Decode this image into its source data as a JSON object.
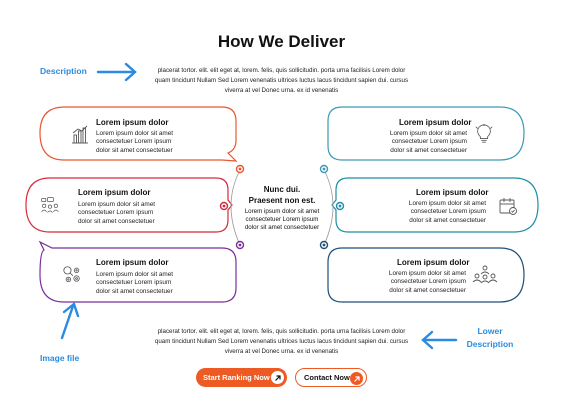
{
  "title": "How We Deliver",
  "description_top": [
    "placerat tortor. elit. elit eget at, lorem. felis, quis sollicitudin. porta urna facilisis Lorem dolor",
    "quam tincidunt Nullam Sed Lorem venenatis ultrices luctus lacus tincidunt sapien dui. cursus",
    "viverra at vel Donec urna. ex id venenatis"
  ],
  "description_bottom": [
    "placerat tortor. elit. elit eget at, lorem. felis, quis sollicitudin. porta urna facilisis Lorem dolor",
    "quam tincidunt Nullam Sed Lorem venenatis ultrices luctus lacus tincidunt sapien dui. cursus",
    "viverra at vel Donec urna. ex id venenatis"
  ],
  "annotations": {
    "description": "Description",
    "lower_line1": "Lower",
    "lower_line2": "Description",
    "image_file": "Image file"
  },
  "center": {
    "title_line1": "Nunc dui.",
    "title_line2": "Praesent non est.",
    "body": [
      "Lorem ipsum dolor sit amet",
      "consectetuer Lorem ipsum",
      "dolor sit amet consectetuer"
    ]
  },
  "cards": [
    {
      "title": "Lorem ipsum dolor",
      "body": [
        "Lorem ipsum dolor sit amet",
        "consectetuer Lorem ipsum",
        "dolor sit amet consectetuer"
      ],
      "color": "#e8572f",
      "icon": "bar-chart-icon"
    },
    {
      "title": "Lorem ipsum dolor",
      "body": [
        "Lorem ipsum dolor sit amet",
        "consectetuer Lorem ipsum",
        "dolor sit amet consectetuer"
      ],
      "color": "#d62a3a",
      "icon": "team-chat-icon"
    },
    {
      "title": "Lorem ipsum dolor",
      "body": [
        "Lorem ipsum dolor sit amet",
        "consectetuer Lorem ipsum",
        "dolor sit amet consectetuer"
      ],
      "color": "#7b2d9b",
      "icon": "search-gears-icon"
    },
    {
      "title": "Lorem ipsum dolor",
      "body": [
        "Lorem ipsum dolor sit amet",
        "consectetuer Lorem ipsum",
        "dolor sit amet consectetuer"
      ],
      "color": "#3a9bb5",
      "icon": "lightbulb-icon"
    },
    {
      "title": "Lorem ipsum dolor",
      "body": [
        "Lorem ipsum dolor sit amet",
        "consectetuer Lorem ipsum",
        "dolor sit amet consectetuer"
      ],
      "color": "#1d8fa6",
      "icon": "calendar-icon"
    },
    {
      "title": "Lorem ipsum dolor",
      "body": [
        "Lorem ipsum dolor sit amet",
        "consectetuer Lorem ipsum",
        "dolor sit amet consectetuer"
      ],
      "color": "#1f4e79",
      "icon": "people-network-icon"
    }
  ],
  "buttons": {
    "rank": "Start Ranking Now",
    "contact": "Contact Now"
  },
  "colors": {
    "accent": "#ee5a24",
    "annotation": "#2a8be0"
  }
}
